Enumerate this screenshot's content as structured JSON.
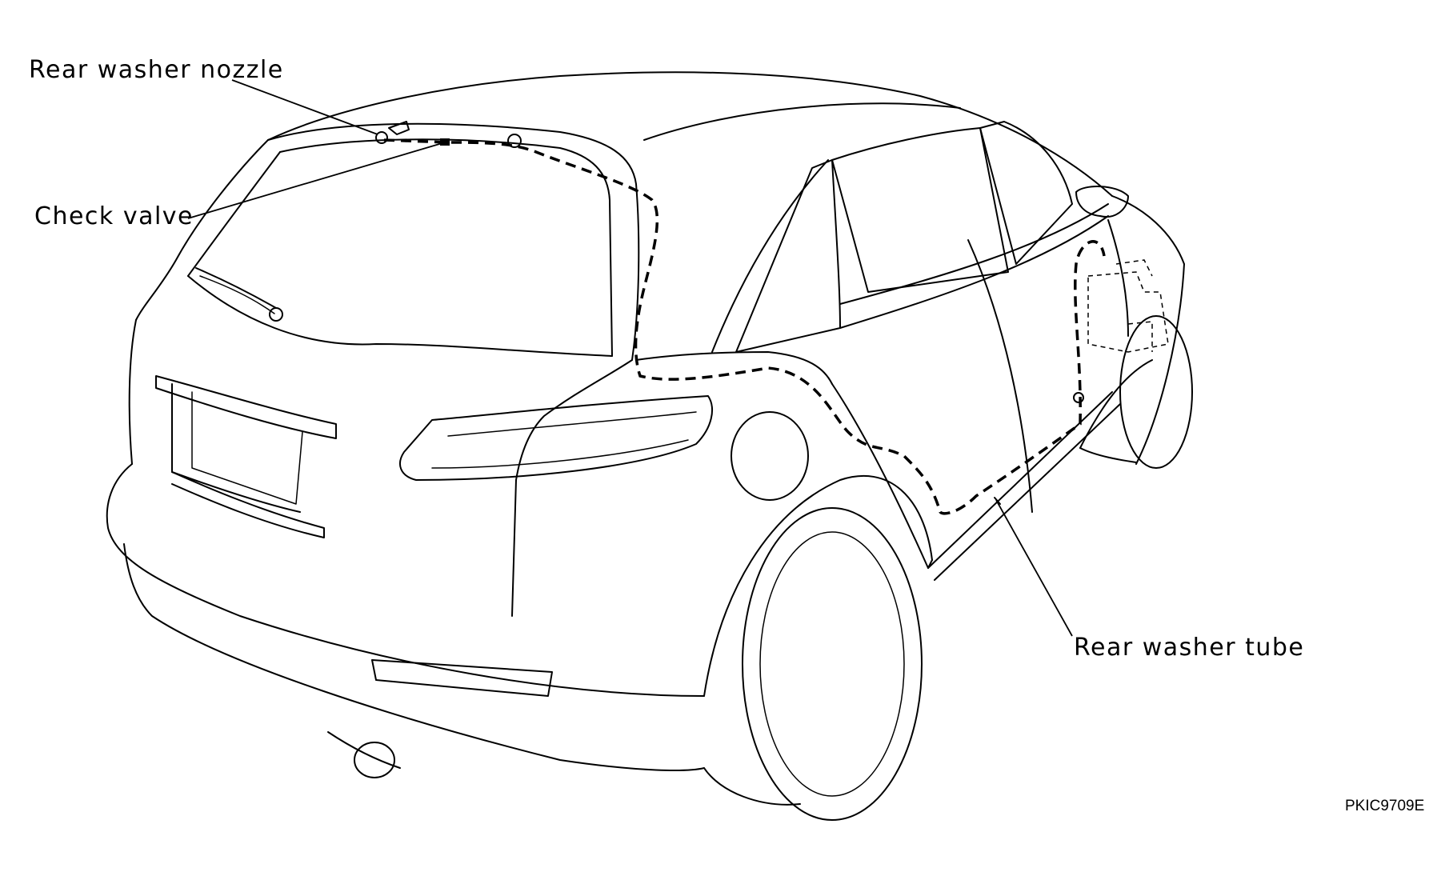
{
  "callouts": {
    "rear_washer_nozzle": "Rear washer nozzle",
    "check_valve": "Check valve",
    "rear_washer_tube": "Rear washer tube"
  },
  "figure_code": "PKIC9709E"
}
